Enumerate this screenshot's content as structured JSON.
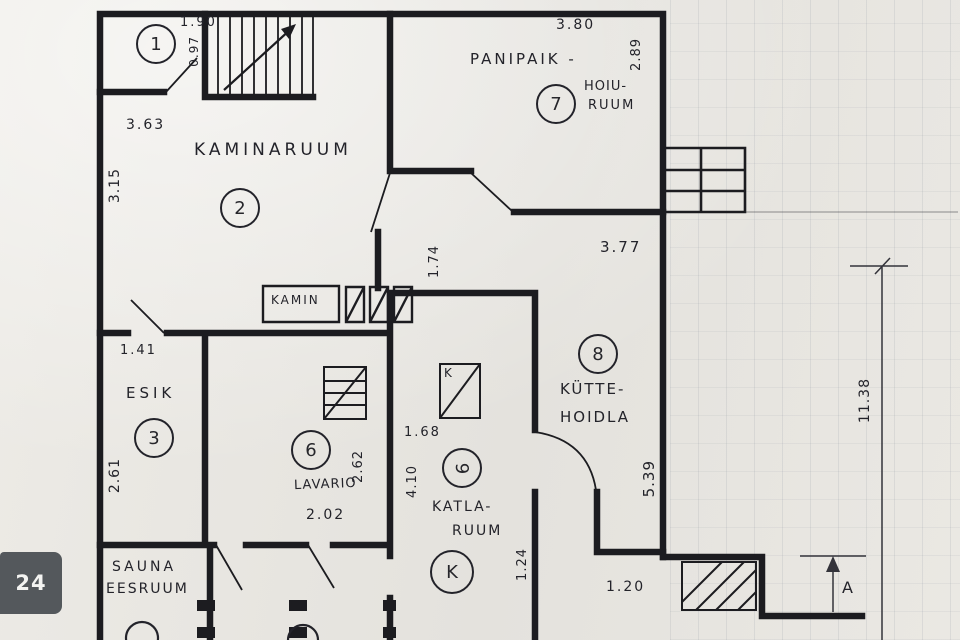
{
  "watermark": {
    "label": "24"
  },
  "marker": {
    "section_label": "A"
  },
  "fixtures": {
    "fireplace_label": "KAMIN",
    "boiler_symbol": "K"
  },
  "rooms": {
    "r1": {
      "number": "1"
    },
    "r2": {
      "number": "2",
      "name": "KAMINARUUM"
    },
    "r3": {
      "number": "3",
      "name": "ESIK"
    },
    "r6": {
      "number": "6",
      "name": "LAVARIO"
    },
    "r7": {
      "number": "7",
      "name_line1": "PANIPAIK -",
      "name_line2": "HOIU-",
      "name_line3": "RUUM"
    },
    "r8": {
      "number": "8",
      "name_line1": "KÜTTE-",
      "name_line2": "HOIDLA"
    },
    "r9": {
      "number": "9",
      "name_line1": "KATLA-",
      "name_line2": "RUUM"
    },
    "boiler_circle": {
      "number": "K"
    },
    "sauna": {
      "name_line1": "SAUNA",
      "name_line2": "EESRUUM"
    }
  },
  "dimensions": {
    "room1_width": "1.90",
    "room1_depth": "0.97",
    "room2_width": "3.63",
    "room2_depth": "3.15",
    "room7_width": "3.80",
    "room7_depth": "2.89",
    "hall_width": "1.74",
    "room8_width": "3.77",
    "esik_width": "1.41",
    "esik_depth": "2.61",
    "boiler_width": "1.68",
    "room6_width": "2.02",
    "room6_depth": "2.62",
    "room9_depth": "4.10",
    "room8_depth": "5.39",
    "katla_niche": "1.24",
    "bottom_right": "1.20",
    "total_depth": "11.38"
  }
}
